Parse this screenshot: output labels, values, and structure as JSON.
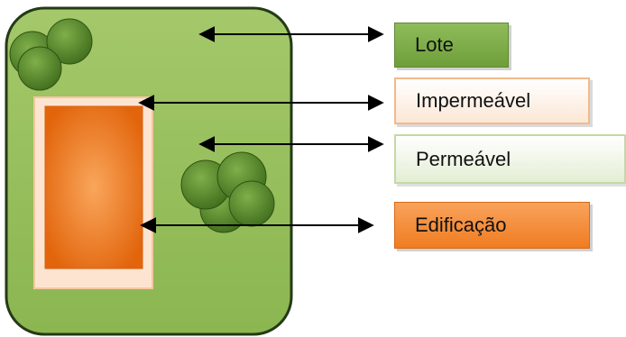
{
  "colors": {
    "lot": "#97bf5a",
    "lot_border": "#243a16",
    "impermeable": "#fde4d0",
    "building": "#ea6d12",
    "tree": "#5a8a2e",
    "arrow": "#000000"
  },
  "legend": {
    "lote": "Lote",
    "impermeavel": "Impermeável",
    "permeavel": "Permeável",
    "edificacao": "Edificação"
  }
}
